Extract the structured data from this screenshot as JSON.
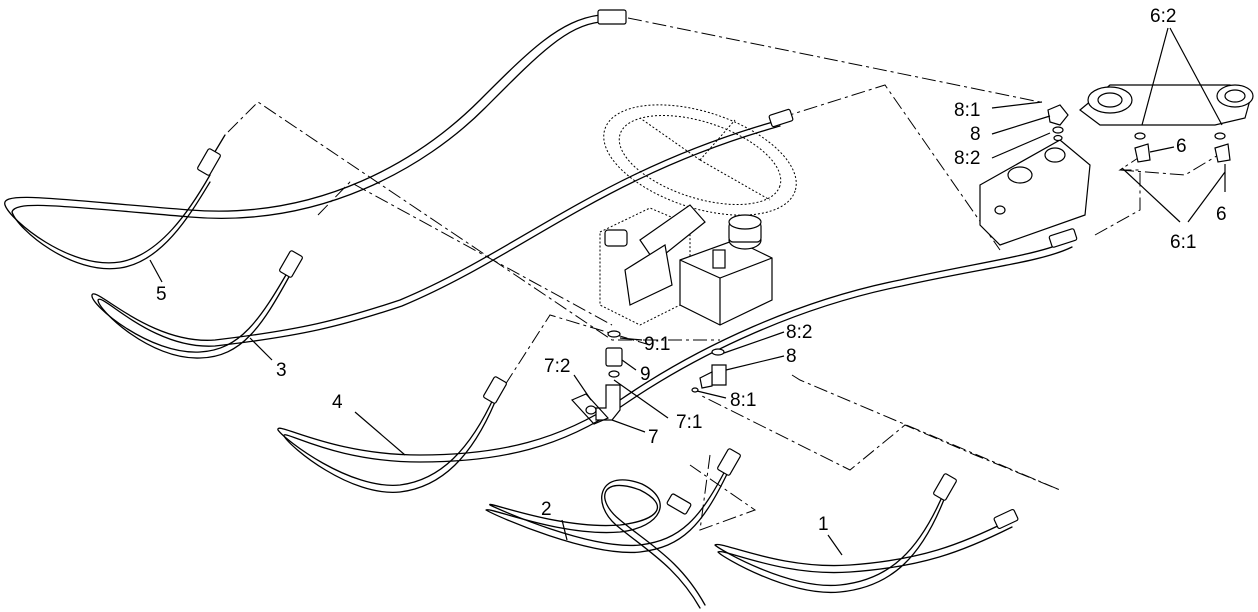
{
  "callouts": {
    "c1": "1",
    "c2": "2",
    "c3": "3",
    "c4": "4",
    "c5": "5",
    "c6_top": "6",
    "c6_bottom": "6",
    "c6_1": "6:1",
    "c6_2": "6:2",
    "c7": "7",
    "c7_1": "7:1",
    "c7_2": "7:2",
    "c8_top": "8",
    "c8_1_top": "8:1",
    "c8_2_top": "8:2",
    "c8_mid": "8",
    "c8_1_mid": "8:1",
    "c8_2_mid": "8:2",
    "c9": "9",
    "c9_1": "9:1"
  }
}
